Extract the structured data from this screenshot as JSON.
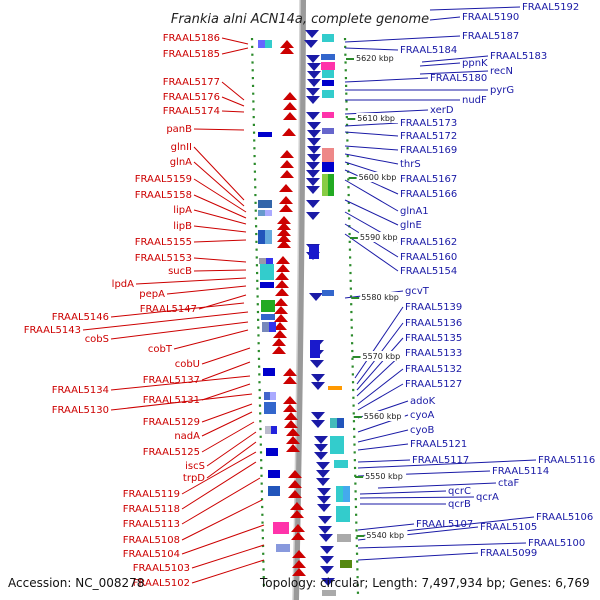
{
  "title": "Frankia alni ACN14a, complete genome",
  "footer": {
    "accession": "Accession: NC_008278",
    "topology": "Topology: circular; Length: 7,497,934 bp; Genes: 6,769"
  },
  "colors": {
    "reverse_strand": "#cc0000",
    "forward_strand": "#1a1aa6",
    "backbone": "#9a9a9a",
    "ticks": "#2a8a2a"
  },
  "scale_labels": [
    "5620 kbp",
    "5610 kbp",
    "5600 kbp",
    "5590 kbp",
    "5580 kbp",
    "5570 kbp",
    "5560 kbp",
    "5550 kbp",
    "5540 kbp"
  ],
  "left_labels": [
    "FRAAL5186",
    "FRAAL5185",
    "FRAAL5177",
    "FRAAL5176",
    "FRAAL5174",
    "panB",
    "glnII",
    "glnA",
    "FRAAL5159",
    "FRAAL5158",
    "lipA",
    "lipB",
    "FRAAL5155",
    "FRAAL5153",
    "sucB",
    "lpdA",
    "pepA",
    "FRAAL5147",
    "FRAAL5146",
    "FRAAL5143",
    "cobS",
    "cobT",
    "cobU",
    "FRAAL5137",
    "FRAAL5134",
    "FRAAL5131",
    "FRAAL5130",
    "FRAAL5129",
    "nadA",
    "FRAAL5125",
    "iscS",
    "trpD",
    "FRAAL5119",
    "FRAAL5118",
    "FRAAL5113",
    "FRAAL5108",
    "FRAAL5104",
    "FRAAL5103",
    "FRAAL5102"
  ],
  "right_labels": [
    "FRAAL5192",
    "FRAAL5190",
    "FRAAL5187",
    "FRAAL5184",
    "FRAAL5183",
    "ppnK",
    "recN",
    "FRAAL5180",
    "pyrG",
    "nudF",
    "xerD",
    "FRAAL5173",
    "FRAAL5172",
    "FRAAL5169",
    "thrS",
    "FRAAL5167",
    "FRAAL5166",
    "glnA1",
    "glnE",
    "FRAAL5162",
    "FRAAL5160",
    "FRAAL5154",
    "gcvT",
    "FRAAL5139",
    "FRAAL5136",
    "FRAAL5135",
    "FRAAL5133",
    "FRAAL5132",
    "FRAAL5127",
    "adoK",
    "cyoA",
    "cyoB",
    "FRAAL5121",
    "FRAAL5117",
    "FRAAL5116",
    "FRAAL5114",
    "ctaF",
    "qcrC",
    "qcrA",
    "qcrB",
    "FRAAL5107",
    "FRAAL5106",
    "FRAAL5105",
    "FRAAL5100",
    "FRAAL5099"
  ]
}
